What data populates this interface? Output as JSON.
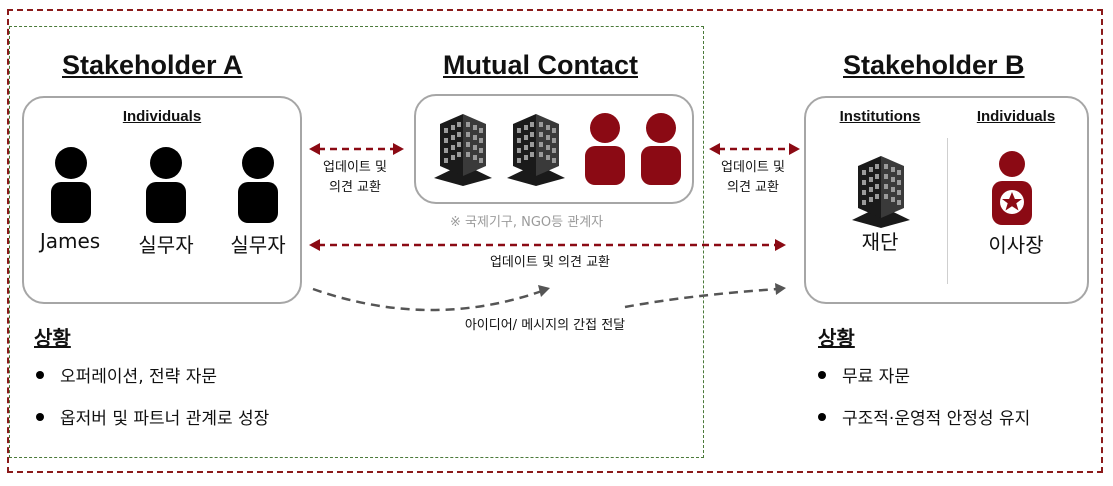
{
  "stakeholder_a": {
    "title": "Stakeholder A",
    "individuals_label": "Individuals",
    "people": [
      "James",
      "실무자",
      "실무자"
    ],
    "situation_title": "상황",
    "situation_items": [
      "오퍼레이션, 전략 자문",
      "옵저버 및 파트너 관계로 성장"
    ]
  },
  "mutual_contact": {
    "title": "Mutual Contact",
    "note": "※ 국제기구, NGO등 관계자"
  },
  "stakeholder_b": {
    "title": "Stakeholder B",
    "institutions_label": "Institutions",
    "individuals_label": "Individuals",
    "institution_name": "재단",
    "individual_name": "이사장",
    "situation_title": "상황",
    "situation_items": [
      "무료 자문",
      "구조적·운영적 안정성 유지"
    ]
  },
  "connectors": {
    "left_update_line1": "업데이트 및",
    "left_update_line2": "의견 교환",
    "right_update_line1": "업데이트 및",
    "right_update_line2": "의견 교환",
    "long_update": "업데이트 및 의견 교환",
    "indirect_ideas": "아이디어/ 메시지의 간접 전달"
  },
  "colors": {
    "accent_red": "#8b0a14",
    "frame_red": "#8b1a1a",
    "frame_green": "#4a7a3a",
    "gray_border": "#a6a6a6",
    "gray_dash": "#555555"
  }
}
